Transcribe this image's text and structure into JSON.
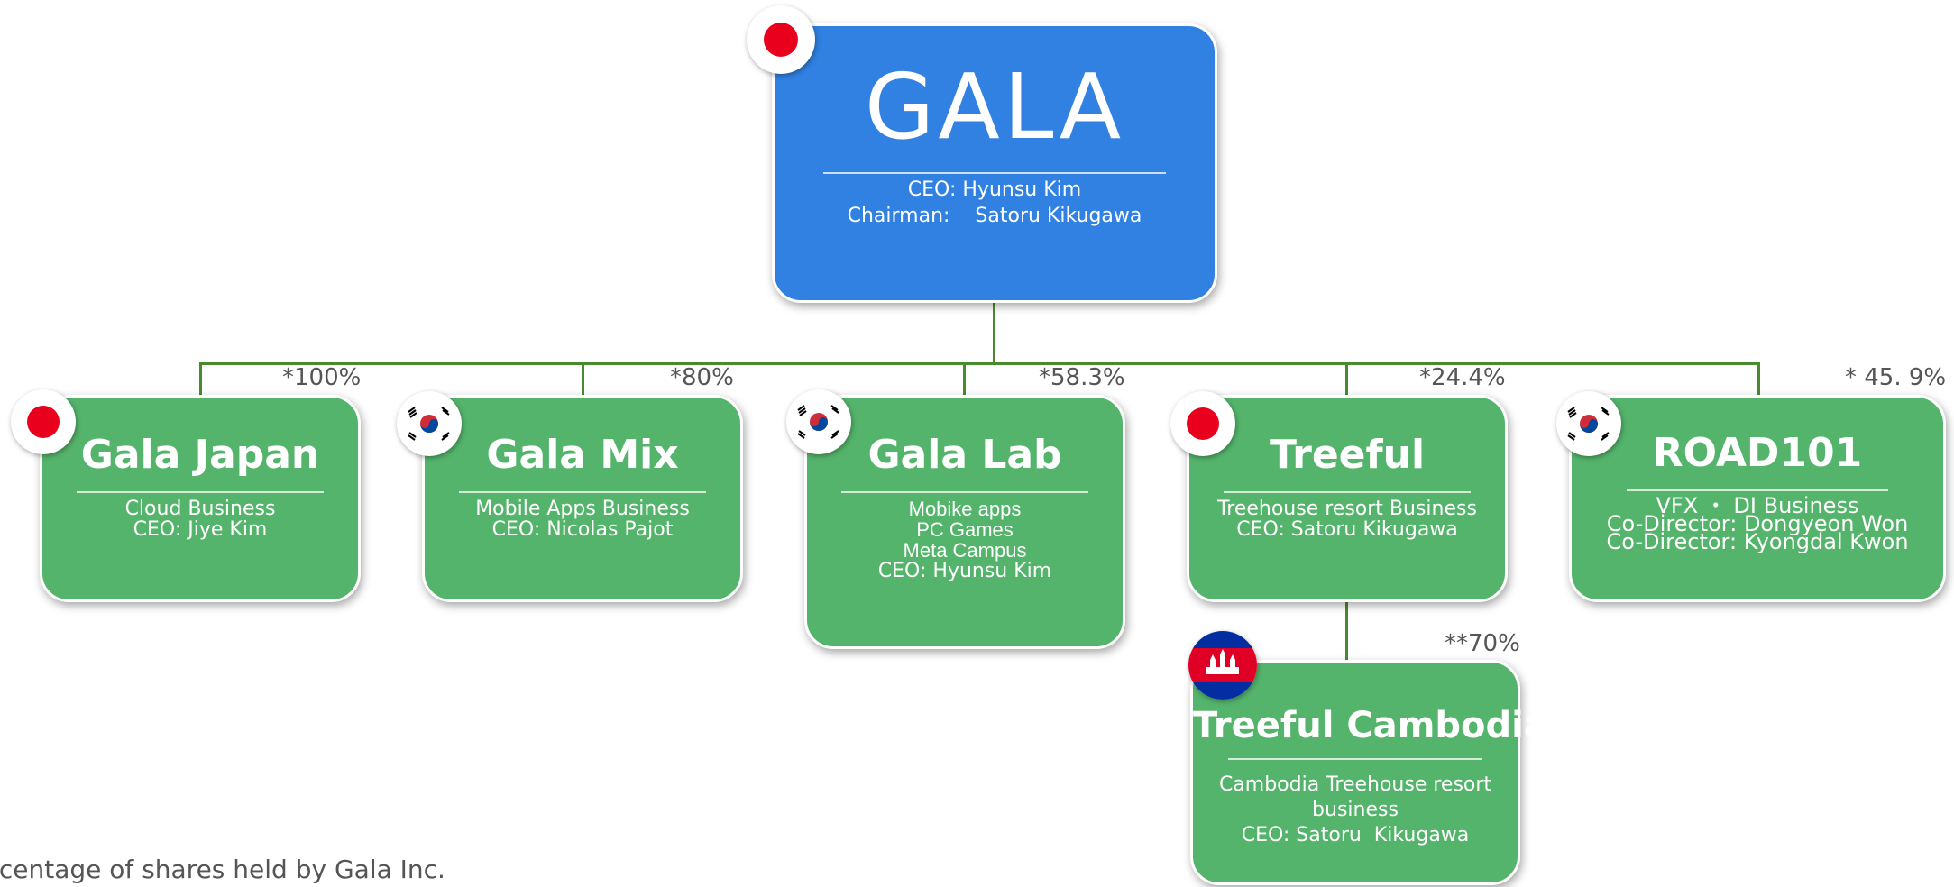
{
  "parent": {
    "logo": "GALA",
    "lines": [
      "CEO: Hyunsu Kim",
      "Chairman:    Satoru Kikugawa"
    ],
    "flag": "japan-flag-icon"
  },
  "subsidiaries": [
    {
      "name": "Gala Japan",
      "pct": "*100%",
      "lines": [
        "Cloud Business",
        "CEO: Jiye Kim"
      ],
      "flag": "japan-flag-icon"
    },
    {
      "name": "Gala Mix",
      "pct": "*80%",
      "lines": [
        "Mobile Apps Business",
        "CEO: Nicolas Pajot"
      ],
      "flag": "korea-flag-icon"
    },
    {
      "name": "Gala Lab",
      "pct": "*58.3%",
      "lines": [
        "Mobike apps",
        "PC Games",
        "Meta Campus",
        "CEO: Hyunsu Kim"
      ],
      "flag": "korea-flag-icon"
    },
    {
      "name": "Treeful",
      "pct": "*24.4%",
      "lines": [
        "Treehouse resort Business",
        "CEO: Satoru Kikugawa"
      ],
      "flag": "japan-flag-icon"
    },
    {
      "name": "ROAD101",
      "pct": "* 45. 9%",
      "lines": [
        "VFX ・ DI Business",
        "Co-Director: Dongyeon Won",
        "Co-Director: Kyongdal Kwon"
      ],
      "flag": "korea-flag-icon"
    }
  ],
  "sub_subsidiary": {
    "name": "Treeful Cambodia",
    "pct": "**70%",
    "lines": [
      "Cambodia Treehouse resort",
      "business",
      "CEO: Satoru  Kikugawa"
    ],
    "flag": "cambodia-flag-icon"
  },
  "footnote": "rcentage of shares held by Gala Inc.",
  "colors": {
    "parent": "#3081e2",
    "subsidiary": "#54b46b",
    "connector": "#4a8a2e"
  }
}
